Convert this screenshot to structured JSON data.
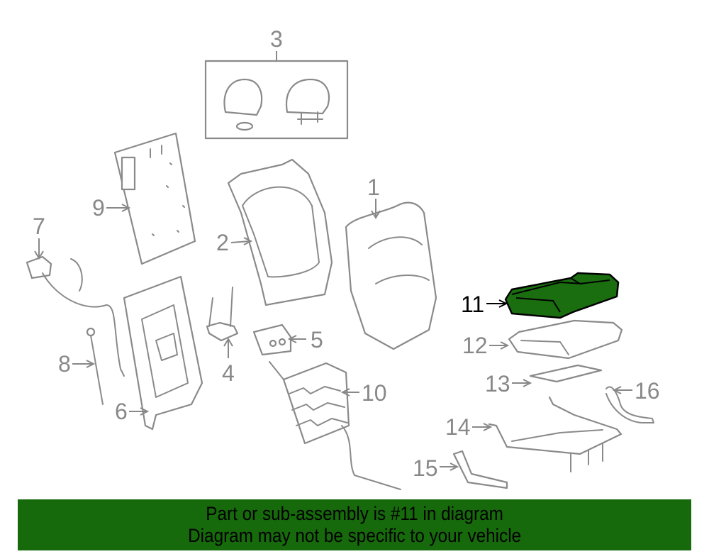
{
  "highlight_color": "#176a0c",
  "callouts": [
    {
      "id": "1",
      "label": "1"
    },
    {
      "id": "2",
      "label": "2"
    },
    {
      "id": "3",
      "label": "3"
    },
    {
      "id": "4",
      "label": "4"
    },
    {
      "id": "5",
      "label": "5"
    },
    {
      "id": "6",
      "label": "6"
    },
    {
      "id": "7",
      "label": "7"
    },
    {
      "id": "8",
      "label": "8"
    },
    {
      "id": "9",
      "label": "9"
    },
    {
      "id": "10",
      "label": "10"
    },
    {
      "id": "11",
      "label": "11",
      "highlighted": true
    },
    {
      "id": "12",
      "label": "12"
    },
    {
      "id": "13",
      "label": "13"
    },
    {
      "id": "14",
      "label": "14"
    },
    {
      "id": "15",
      "label": "15"
    },
    {
      "id": "16",
      "label": "16"
    }
  ],
  "banner": {
    "line1": "Part or sub-assembly is #11 in diagram",
    "line2": "Diagram may not be specific to your vehicle"
  }
}
